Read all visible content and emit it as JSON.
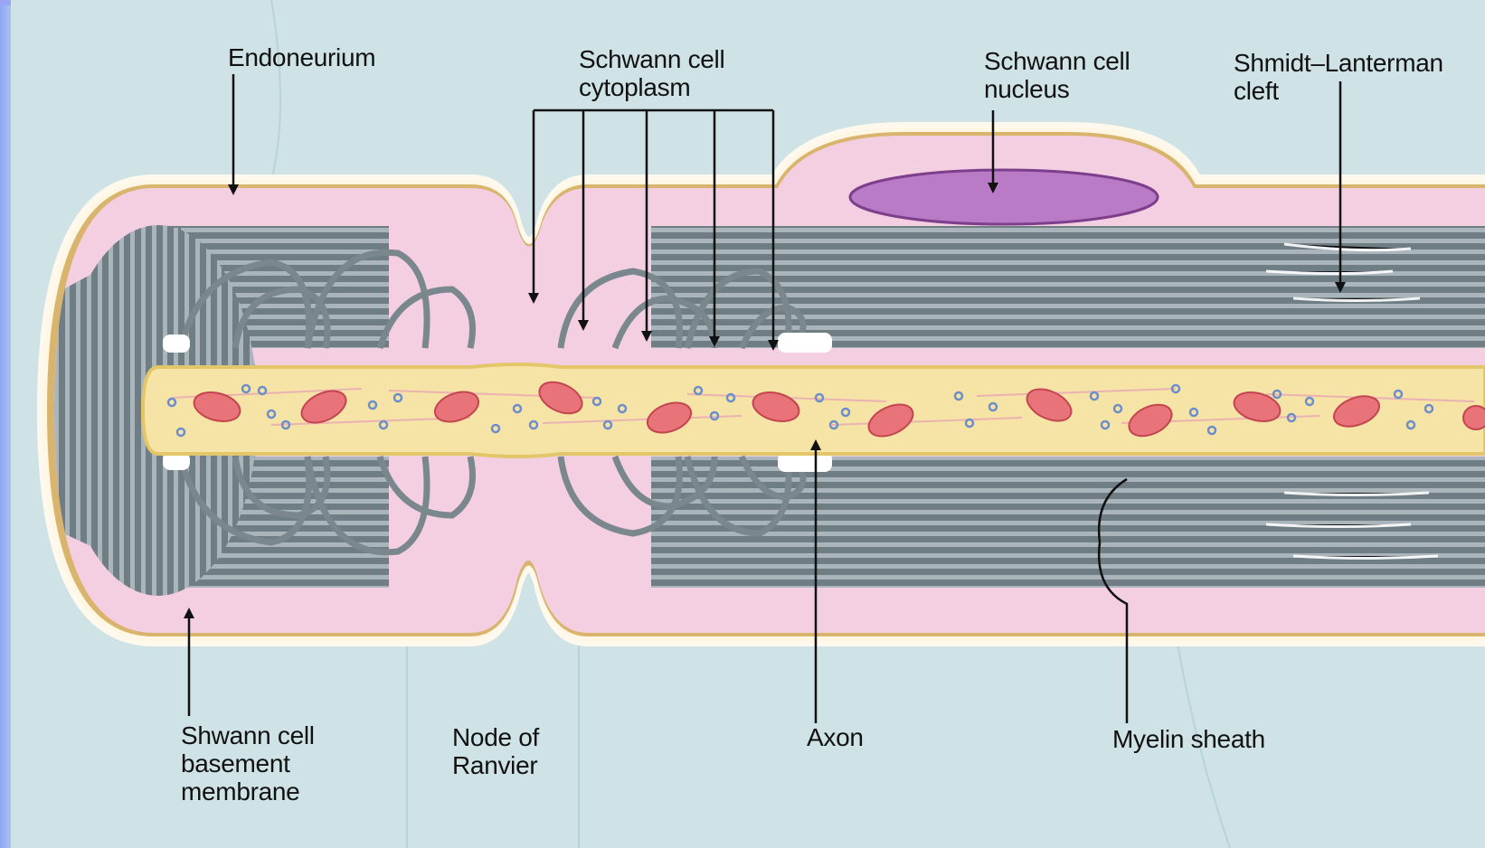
{
  "labels": {
    "endoneurium": "Endoneurium",
    "schwann_cytoplasm": "Schwann cell\ncytoplasm",
    "schwann_nucleus": "Schwann cell\nnucleus",
    "shmidt_lanterman": "Shmidt–Lanterman\ncleft",
    "basement_membrane": "Shwann cell\nbasement\nmembrane",
    "node_of_ranvier": "Node of\nRanvier",
    "axon": "Axon",
    "myelin_sheath": "Myelin sheath"
  },
  "colors": {
    "background": "#cfe3e7",
    "endoneurium": "#d9b46c",
    "myelin": "#8a979c",
    "cytoplasm": "#f4cfe2",
    "axon": "#f6e3a6",
    "nucleus": "#b97bc6",
    "mitochondria": "#e8747a",
    "vesicles": "#6d8ec9"
  }
}
